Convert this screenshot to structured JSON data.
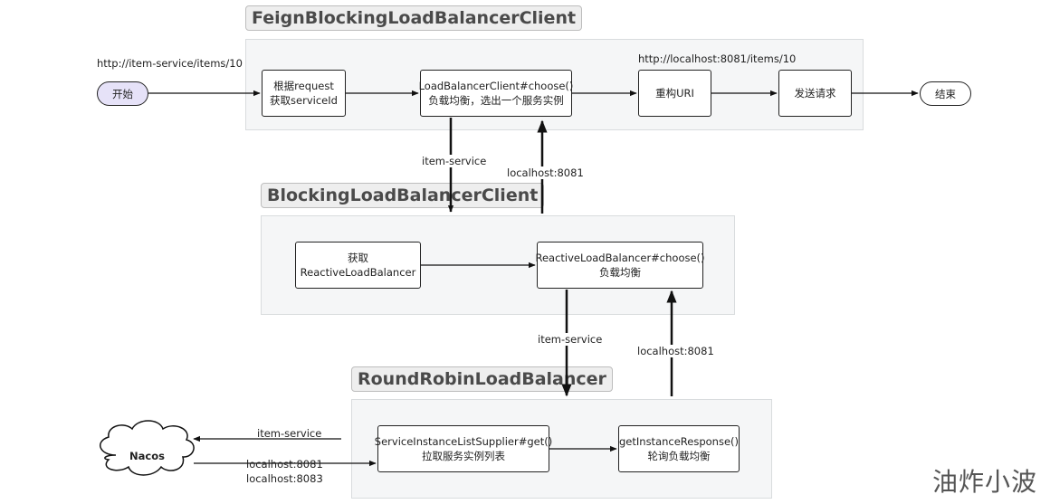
{
  "groups": {
    "feign": "FeignBlockingLoadBalancerClient",
    "blocking": "BlockingLoadBalancerClient",
    "roundrobin": "RoundRobinLoadBalancer"
  },
  "nodes": {
    "start": "开始",
    "get_service_id": [
      "根据request",
      "获取serviceId"
    ],
    "lb_choose": [
      "LoadBalancerClient#choose()",
      "负载均衡，选出一个服务实例"
    ],
    "rebuild_uri": "重构URI",
    "send_request": "发送请求",
    "end": "结束",
    "get_reactive_lb": [
      "获取",
      "ReactiveLoadBalancer"
    ],
    "reactive_choose": [
      "ReactiveLoadBalancer#choose()",
      "负载均衡"
    ],
    "supplier_get": [
      "ServiceInstanceListSupplier#get()",
      "拉取服务实例列表"
    ],
    "get_instance_response": [
      "getInstanceResponse()",
      "轮询负载均衡"
    ],
    "nacos": "Nacos"
  },
  "labels": {
    "url_in": "http://item-service/items/10",
    "url_out": "http://localhost:8081/items/10",
    "service_down_1": "item-service",
    "host_up_1": "localhost:8081",
    "service_down_2": "item-service",
    "host_up_2": "localhost:8081",
    "service_to_nacos": "item-service",
    "nacos_host_1": "localhost:8081",
    "nacos_host_2": "localhost:8083"
  },
  "watermark": "油炸小波"
}
